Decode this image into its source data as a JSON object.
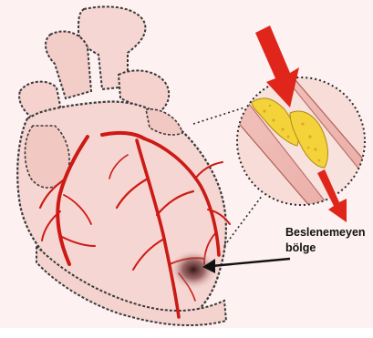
{
  "figure": {
    "callout": {
      "line1": "Beslenemeyen",
      "line2": "bölge"
    },
    "icons": [
      "heart-illustration",
      "artery-closeup-icon",
      "blood-flow-arrow-icon",
      "pointer-arrow-icon"
    ],
    "colors": {
      "heart_fill": "#f6d6d2",
      "heart_outline": "#3a3a3a",
      "artery_red": "#cc1a14",
      "arrow_red": "#e0251b",
      "plaque_yellow": "#f3d23a",
      "vessel_wall": "#f0b7b0",
      "background_tint": "#fdf1f1",
      "ischemic_zone": "#3a1a1a"
    }
  }
}
